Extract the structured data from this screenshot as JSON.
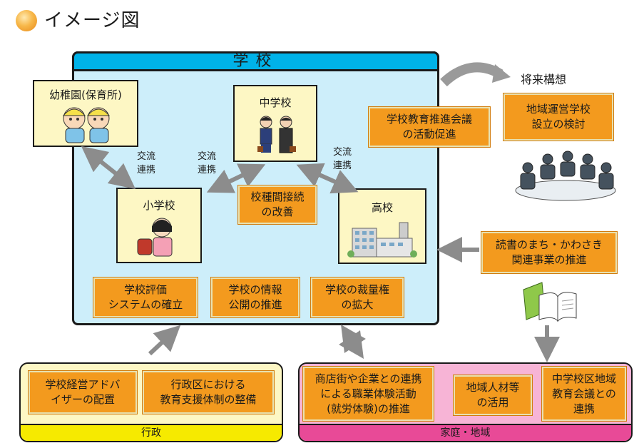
{
  "title": "イメージ図",
  "school": {
    "header": "学校"
  },
  "boxes": {
    "kindergarten": "幼稚園(保育所)",
    "junior_high": "中学校",
    "elementary": "小学校",
    "high_school": "高校"
  },
  "links": {
    "left": "交流\n連携",
    "middle": "交流\n連携",
    "right": "交流\n連携"
  },
  "orange_boxes": {
    "transition": "校種間接続\nの改善",
    "evaluation": "学校評価\nシステムの確立",
    "disclosure": "学校の情報\n公開の推進",
    "discretion": "学校の裁量権\nの拡大",
    "council": "学校教育推進会議\nの活動促進",
    "community_school": "地域運営学校\n設立の検討",
    "reading": "読書のまち・かわさき\n関連事業の推進",
    "advisor": "学校経営アドバ\nイザーの配置",
    "district_support": "行政区における\n教育支援体制の整備",
    "work_experience": "商店街や企業との連携\nによる職業体験活動\n(就労体験)の推進",
    "local_talent": "地域人材等\nの活用",
    "district_council": "中学校区地域\n教育会議との\n連携"
  },
  "future": {
    "label": "将来構想"
  },
  "panels": {
    "government": "行政",
    "home_community": "家庭・地域"
  },
  "colors": {
    "school_header": "#00b2e8",
    "school_bg": "#cdeefa",
    "orange": "#f39a1e",
    "yellow_box": "#fdf7c4",
    "gov_bar": "#f6ea00",
    "home_panel": "#f7b4d6",
    "home_bar": "#e84a97",
    "arrow": "#8c8c8c"
  }
}
